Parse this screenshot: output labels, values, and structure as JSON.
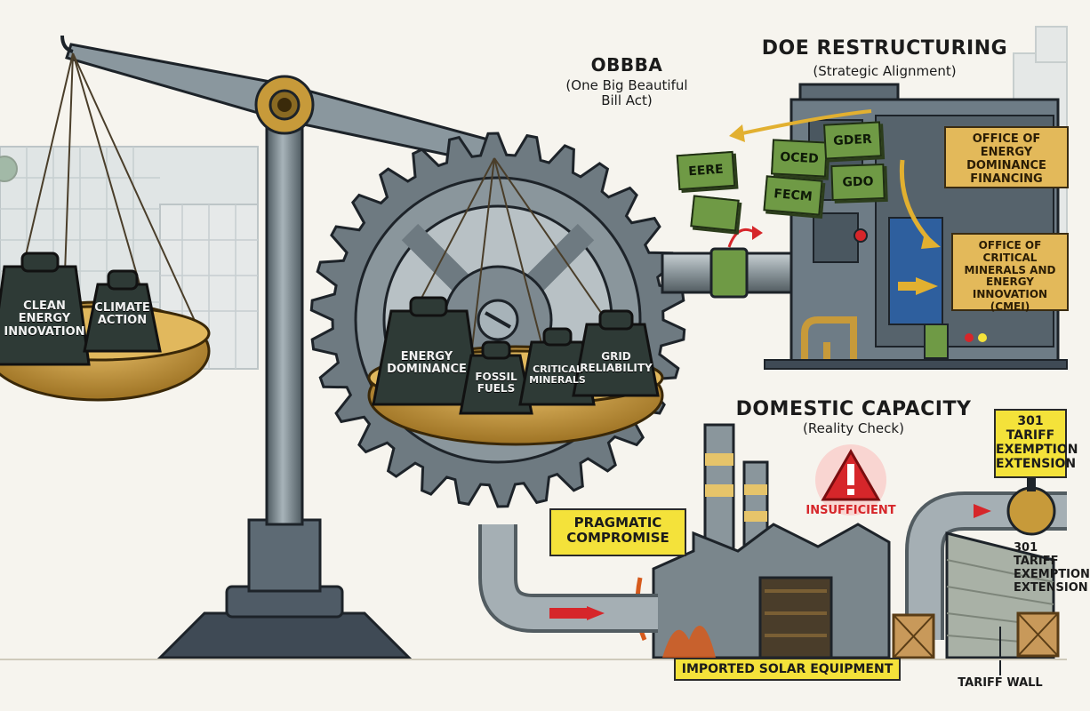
{
  "scale": {
    "left_pan": {
      "weights": [
        "CLEAN\nENERGY\nINNOVATION",
        "CLIMATE\nACTION"
      ]
    },
    "right_pan": {
      "weights": [
        "ENERGY\nDOMINANCE",
        "FOSSIL\nFUELS",
        "CRITICAL\nMINERALS",
        "GRID\nRELIABILITY"
      ]
    }
  },
  "obbba": {
    "title": "OBBBA",
    "subtitle": "(One Big Beautiful\nBill Act)"
  },
  "doe": {
    "title": "DOE RESTRUCTURING",
    "subtitle": "(Strategic Alignment)",
    "blocks": [
      "EERE",
      "OCED",
      "GDER",
      "FECM",
      "GDO"
    ],
    "offices": [
      "OFFICE OF ENERGY\nDOMINANCE\nFINANCING",
      "OFFICE OF CRITICAL\nMINERALS AND\nENERGY INNOVATION\n(CMEI)"
    ]
  },
  "domestic": {
    "title": "DOMESTIC CAPACITY",
    "subtitle": "(Reality Check)",
    "warning": "INSUFFICIENT",
    "compromise": "PRAGMATIC\nCOMPROMISE",
    "imported": "IMPORTED SOLAR EQUIPMENT"
  },
  "tariff": {
    "tag_top": "301 TARIFF\nEXEMPTION\nEXTENSION",
    "tag_wall": "301 TARIFF\nEXEMPTION\nEXTENSION",
    "wall": "TARIFF WALL"
  },
  "colors": {
    "metal": "#7d8990",
    "metal_dark": "#4c565c",
    "brass": "#c79a3a",
    "warning_red": "#d6262a",
    "tag_yellow": "#f4e23a",
    "block_green": "#6f9a45"
  }
}
